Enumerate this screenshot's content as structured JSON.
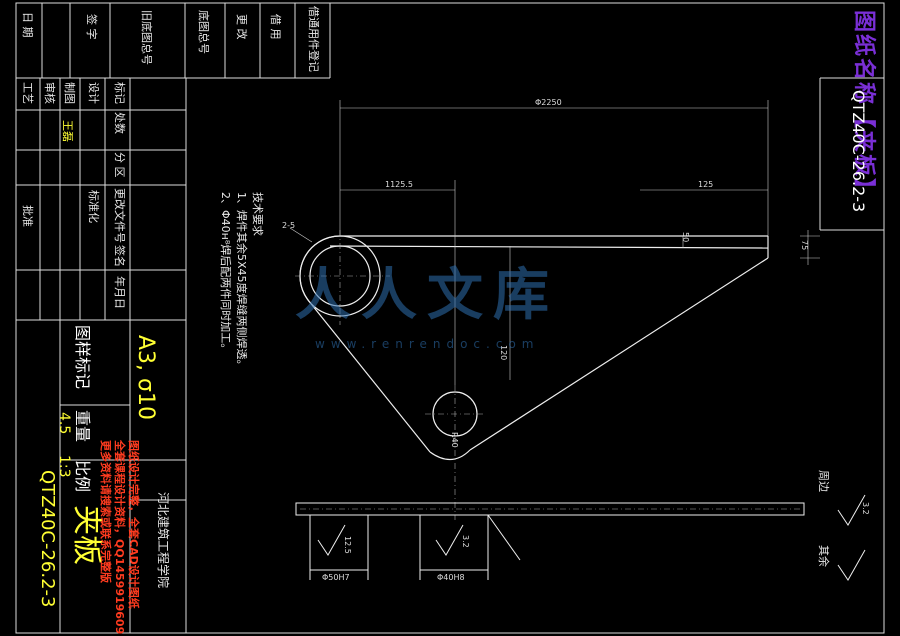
{
  "drawing_name_vertical": "图纸名称【夹板】",
  "drawing_code_right": "QTZ40C-26.2-3",
  "top_strip": {
    "col1": "日 期",
    "col2": "签 字",
    "col3": "旧底图总号",
    "col4": "底图总号",
    "col5": "更 改",
    "col6": "借 用",
    "col7": "借通用件登记"
  },
  "title_block": {
    "labels": [
      "标记",
      "处数",
      "分 区",
      "更改文件号",
      "签名",
      "年月日"
    ],
    "design": "设计",
    "draw": "制图",
    "check": "审核",
    "craft": "工艺",
    "approve": "批准",
    "std": "标准化",
    "drawer_name": "王磊",
    "stage_label": "图样标记",
    "weight_label": "重量",
    "scale_label": "比例",
    "weight": "4.5",
    "scale": "1:3",
    "material": "A3, σ10",
    "part_name": "夹板",
    "code": "QTZ40C-26.2-3",
    "school": "河北建筑工程学院"
  },
  "tech_req": {
    "title": "技术要求",
    "line1": "1、焊件其余5X45度焊缝两侧焊透。",
    "line2": "2、Φ40ʜ⁸焊后配两件同时加工。"
  },
  "dims": {
    "total": "Φ2250",
    "d1": "1125.5",
    "d2": "125",
    "d3": "2-5",
    "d4": "50",
    "d5": "75",
    "d6": "120",
    "d7": "R40",
    "hole1": "Φ50H7",
    "hole2": "Φ40H8",
    "rough1": "12.5",
    "rough2": "3.2",
    "rough3": "3.2"
  },
  "right_labels": {
    "upper": "周边",
    "lower": "其余"
  },
  "watermark_text": "人人文库",
  "watermark_url": "www.renrendoc.com",
  "promo_lines": [
    "图纸设计完整，全套CAD设计图纸",
    "全套课程设计资料，QQ1459919609",
    "更多资料请搜索或联系完整版"
  ]
}
